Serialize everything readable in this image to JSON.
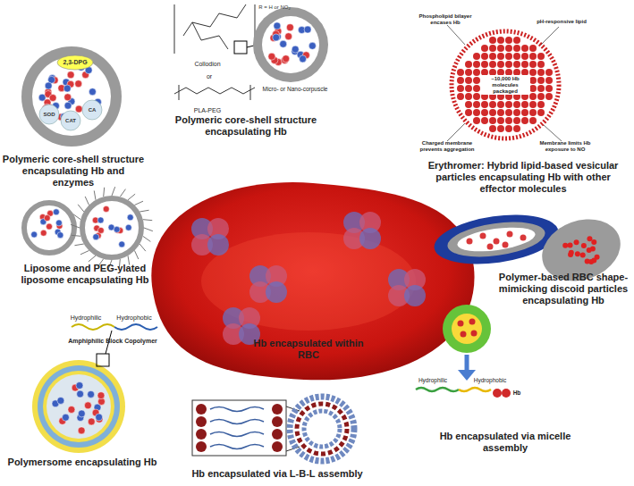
{
  "diagram": {
    "nodes": [
      {
        "text": [
          "Polymeric core-shell structure encapsulating Hb and enzymes"
        ]
      },
      {
        "text": [
          "Polymeric core-shell structure encapsulating Hb"
        ]
      },
      {
        "text": [
          "Erythromer: Hybrid lipid-based vesicular particles encapsulating Hb with other effector molecules"
        ]
      },
      {
        "text": [
          "Liposome and PEG-ylated liposome encapsulating Hb"
        ]
      },
      {
        "text": [
          "Hb encapsulated within RBC"
        ]
      },
      {
        "text": [
          "Polymer-based RBC shape-mimicking discoid particles encapsulating Hb"
        ]
      },
      {
        "text": [
          "Polymersome encapsulating Hb"
        ]
      },
      {
        "text": [
          "Hb encapsulated via L-B-L assembly"
        ]
      },
      {
        "text": [
          "Hb encapsulated via micelle assembly"
        ]
      }
    ],
    "labels": [
      "2,3-DPG",
      "SOD",
      "CAT",
      "CA",
      "R = H or NO₂",
      "Collodion",
      "or",
      "PLA-PEG",
      "Micro- or Nano-corpuscle",
      "Phospholipid bilayer encases Hb",
      "pH-responsive lipid",
      "~10,000 Hb molecules packaged",
      "Charged membrane prevents aggregation",
      "Membrane limits Hb exposure to NO",
      "Hydrophilic",
      "Hydrophobic",
      "Amphiphilic Block Copolymer",
      "Hydrophilic",
      "Hydrophobic",
      "Hb"
    ]
  }
}
